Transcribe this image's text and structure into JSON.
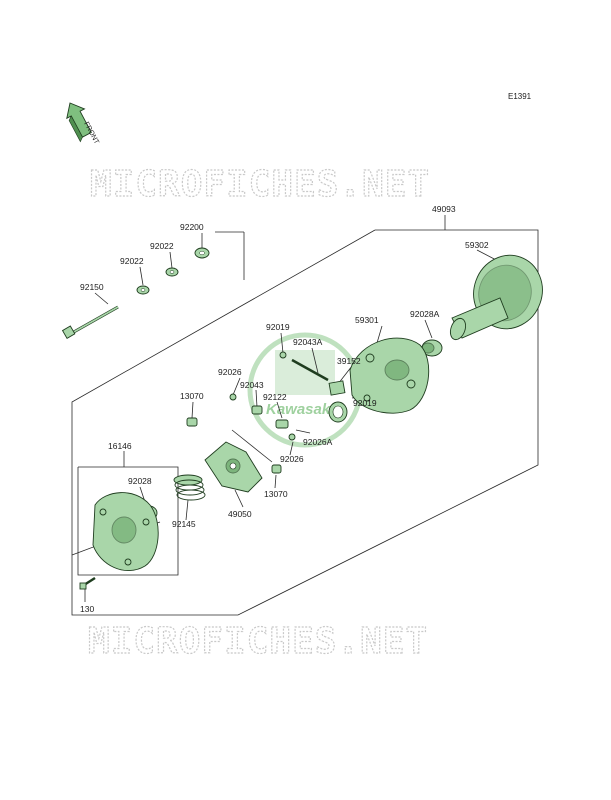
{
  "diagram_code": "E1391",
  "front_label": "FRONT",
  "watermark": "MICROFICHES.NET",
  "logo_text": "Kawasaki",
  "colors": {
    "part_fill": "#a9d6a9",
    "part_dark": "#5f9f5f",
    "outline": "#1f3d1f",
    "watermark": "#c9c9c9",
    "logo": "#b5dcb5"
  },
  "parts": [
    "49093",
    "59302",
    "92200",
    "92022",
    "92022",
    "92150",
    "92028A",
    "59301",
    "92019",
    "92043A",
    "39152",
    "92026",
    "92043",
    "92122",
    "13070",
    "92019",
    "92026A",
    "92026",
    "16146",
    "92028",
    "49050",
    "13070",
    "92145",
    "130"
  ]
}
